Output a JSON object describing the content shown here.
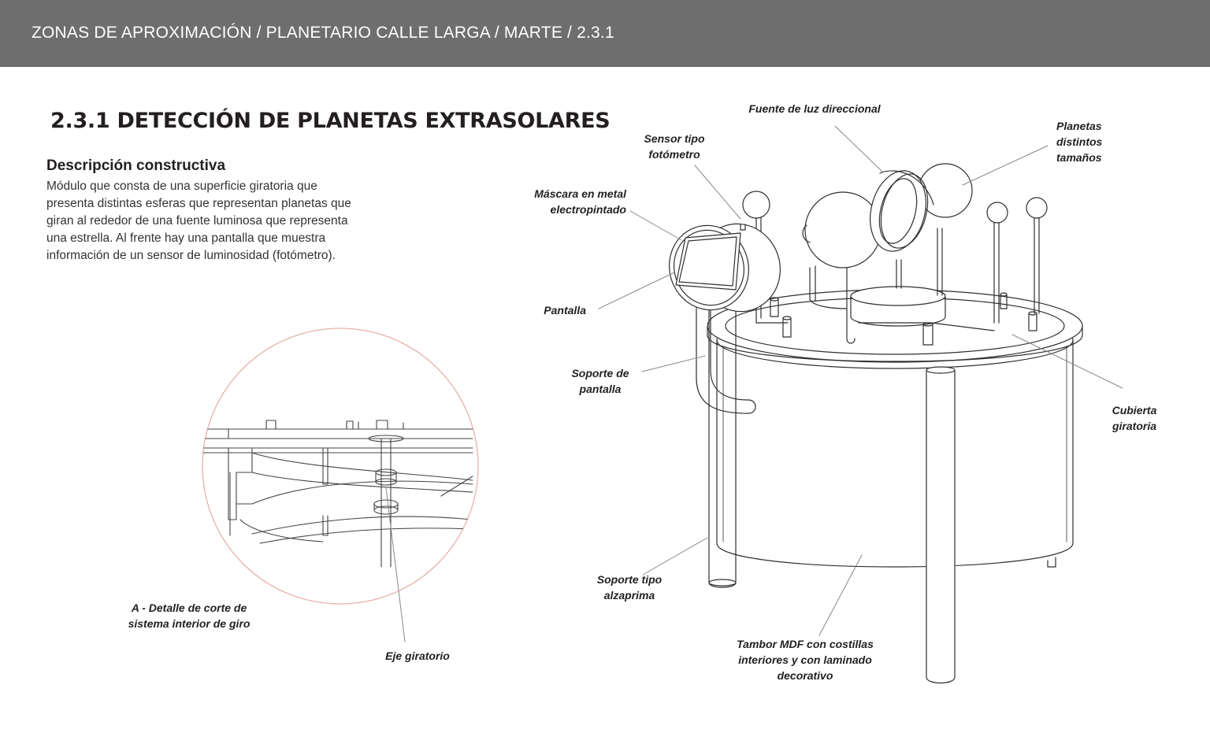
{
  "header": {
    "breadcrumb": "ZONAS DE APROXIMACIÓN / PLANETARIO CALLE LARGA / MARTE / 2.3.1",
    "background_color": "#6e6e6e"
  },
  "title": "2.3.1 DETECCIÓN DE PLANETAS EXTRASOLARES",
  "description": {
    "heading": "Descripción constructiva",
    "text": "Módulo que consta de una superficie giratoria que\npresenta distintas esferas que representan planetas que\ngiran al rededor de una fuente luminosa que representa\nuna estrella. Al frente hay una pantalla que muestra\ninformación de un sensor de luminosidad (fotómetro)."
  },
  "detail": {
    "caption": "A - Detalle de corte de\nsistema interior de giro",
    "axis_label": "Eje giratorio",
    "circle_color": "#e8b2ad"
  },
  "callouts": {
    "light_source": "Fuente de luz direccional",
    "planets": "Planetas\ndistintos\ntamaños",
    "sensor": "Sensor tipo\nfotómetro",
    "mask": "Máscara en metal\nelectropintado",
    "screen": "Pantalla",
    "screen_support": "Soporte de\npantalla",
    "rotating_cover": "Cubierta\ngiratoria",
    "prop_support": "Soporte tipo\nalzaprima",
    "drum": "Tambor MDF con costillas\ninteriores y con laminado\ndecorativo"
  }
}
